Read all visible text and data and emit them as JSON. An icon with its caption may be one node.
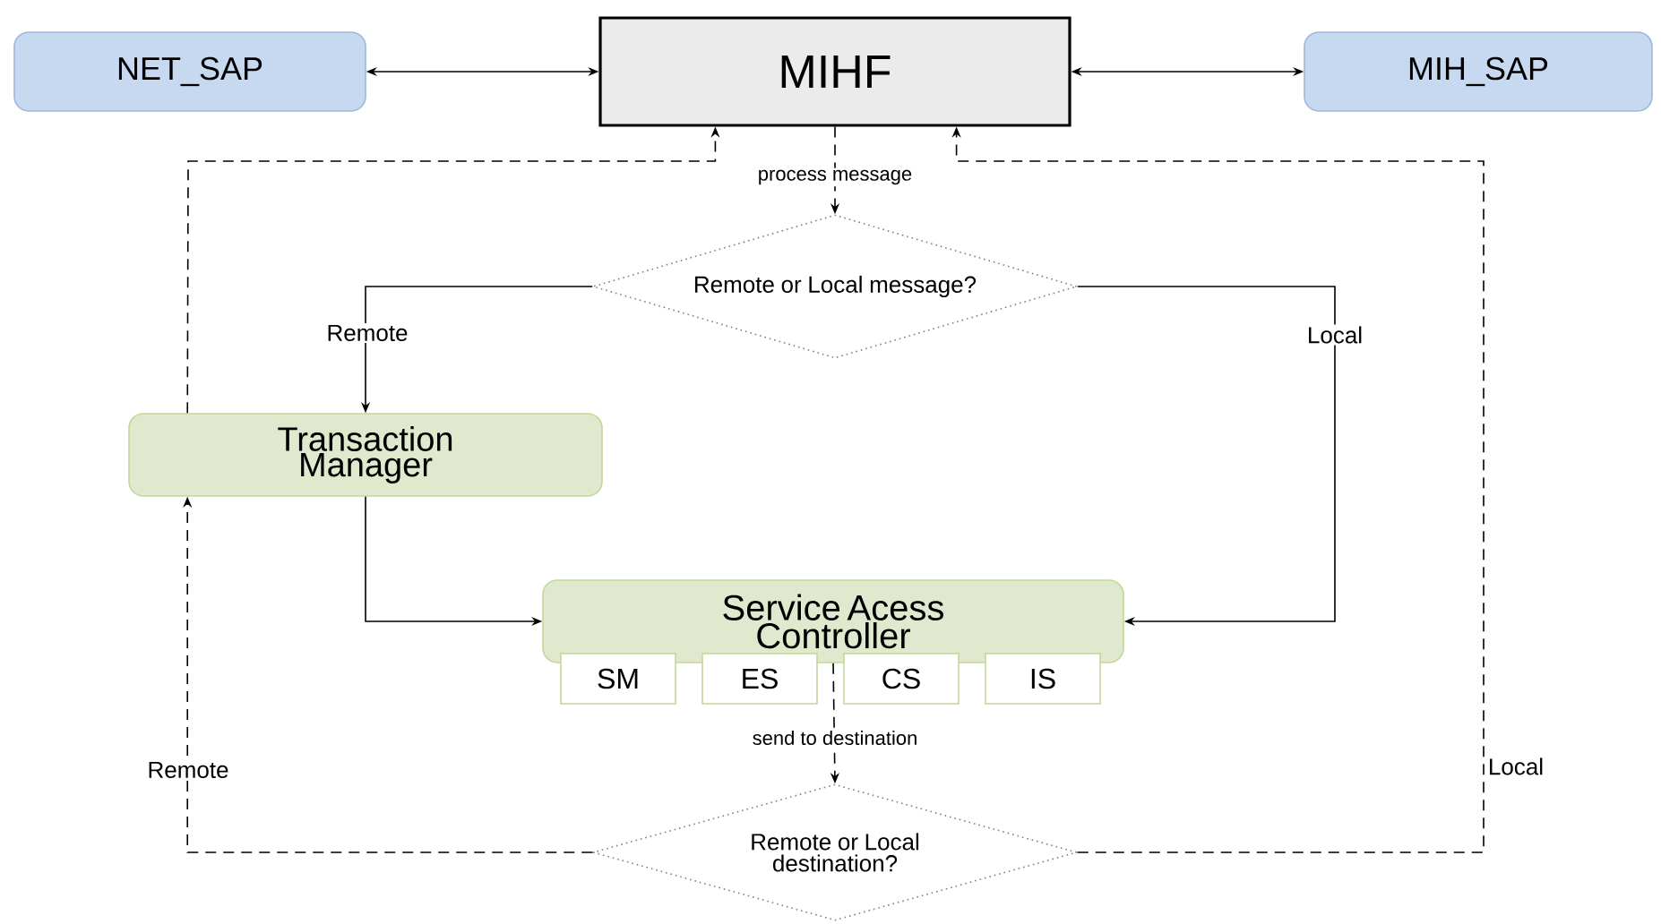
{
  "diagram": {
    "nodes": [
      {
        "text": [
          "NET_SAP"
        ]
      },
      {
        "text": [
          "MIHF"
        ]
      },
      {
        "text": [
          "MIH_SAP"
        ]
      },
      {
        "text": [
          "Remote or Local message?"
        ]
      },
      {
        "text": [
          "Transaction Manager"
        ]
      },
      {
        "text": [
          "Service Acess Controller"
        ]
      },
      {
        "text": [
          "SM"
        ]
      },
      {
        "text": [
          "ES"
        ]
      },
      {
        "text": [
          "CS"
        ]
      },
      {
        "text": [
          "IS"
        ]
      },
      {
        "text": [
          "Remote or Local destination?"
        ]
      }
    ],
    "edges": [
      {
        "from": 0,
        "to": 1,
        "arrow": "both"
      },
      {
        "from": 1,
        "to": 2,
        "arrow": "both"
      },
      {
        "from": 1,
        "to": 3,
        "arrow": "to",
        "style": "dashed",
        "label": "process message"
      },
      {
        "from": 3,
        "to": 4,
        "arrow": "to",
        "label": "Remote"
      },
      {
        "from": 3,
        "to": 5,
        "arrow": "to",
        "label": "Local"
      },
      {
        "from": 4,
        "to": 5,
        "arrow": "to"
      },
      {
        "from": 4,
        "to": 1,
        "arrow": "to",
        "style": "dashed"
      },
      {
        "from": 10,
        "to": 1,
        "arrow": "to",
        "style": "dashed",
        "label": "Local"
      },
      {
        "from": 10,
        "to": 4,
        "arrow": "to",
        "style": "dashed",
        "label": "Remote"
      },
      {
        "from": 5,
        "to": 10,
        "arrow": "to",
        "style": "dashed",
        "label": "send to destination"
      }
    ]
  }
}
